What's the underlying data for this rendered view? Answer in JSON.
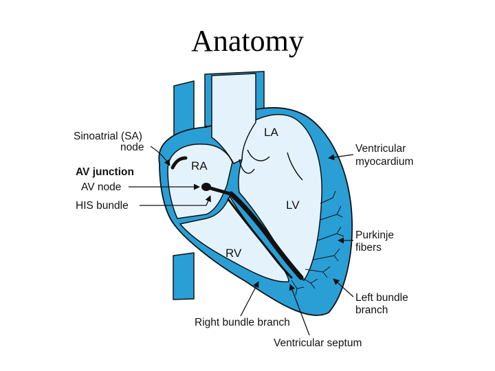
{
  "title": "Anatomy",
  "colors": {
    "wall": "#2a9fd6",
    "chamber": "#e4f3fb",
    "outline": "#111111",
    "conduction": "#111111"
  },
  "chambers": {
    "la": "LA",
    "ra": "RA",
    "lv": "LV",
    "rv": "RV"
  },
  "labels": {
    "sa_line1": "Sinoatrial (SA)",
    "sa_line2": "node",
    "av_junction": "AV junction",
    "av_node": "AV node",
    "his_bundle": "HIS bundle",
    "ventricular_myocardium_1": "Ventricular",
    "ventricular_myocardium_2": "myocardium",
    "purkinje_1": "Purkinje",
    "purkinje_2": "fibers",
    "left_bundle_1": "Left bundle",
    "left_bundle_2": "branch",
    "right_bundle": "Right bundle branch",
    "ventricular_septum": "Ventricular septum"
  }
}
